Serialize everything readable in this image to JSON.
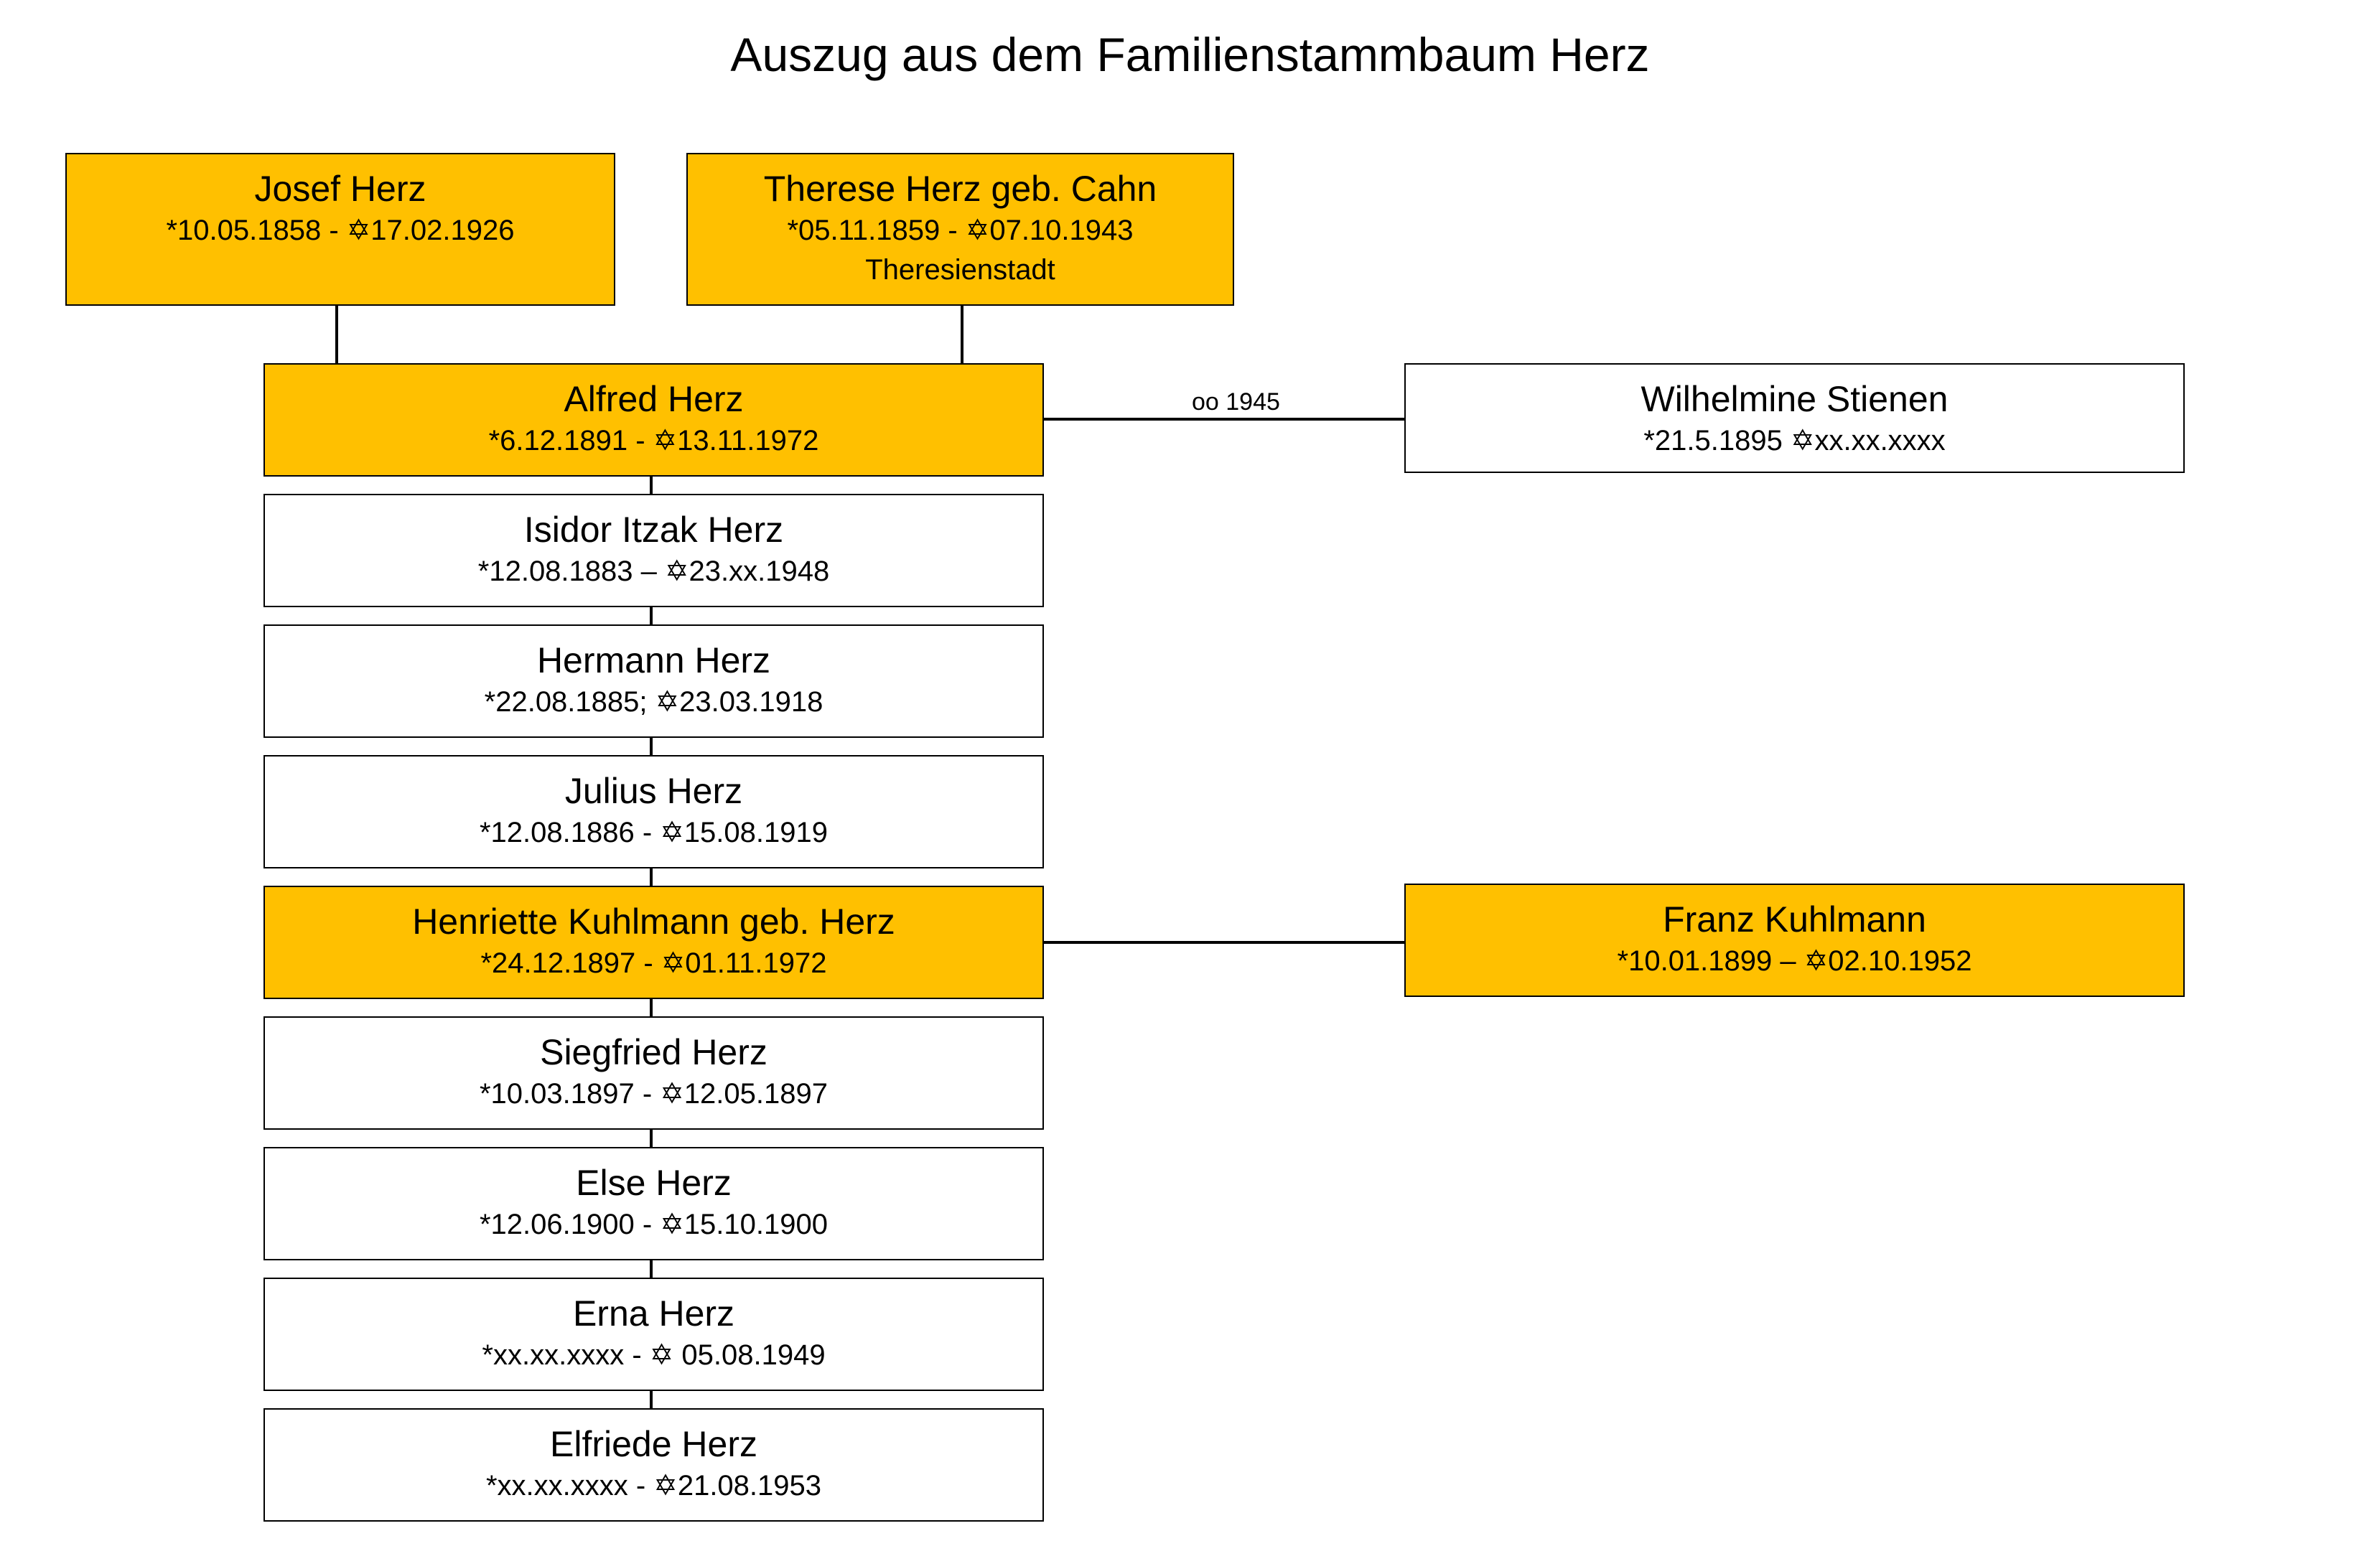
{
  "title": "Auszug aus dem Familienstammbaum Herz",
  "colors": {
    "highlight": "#ffc000",
    "plain": "#ffffff",
    "border": "#000000"
  },
  "parents": [
    {
      "name": "Josef Herz",
      "dates": "*10.05.1858 - ✡17.02.1926",
      "place": ""
    },
    {
      "name": "Therese Herz geb. Cahn",
      "dates": "*05.11.1859 - ✡07.10.1943",
      "place": "Theresienstadt"
    }
  ],
  "children": [
    {
      "name": "Alfred Herz",
      "dates": "*6.12.1891 - ✡13.11.1972"
    },
    {
      "name": "Isidor Itzak Herz",
      "dates": "*12.08.1883 – ✡23.xx.1948"
    },
    {
      "name": "Hermann Herz",
      "dates": "*22.08.1885; ✡23.03.1918"
    },
    {
      "name": "Julius Herz",
      "dates": "*12.08.1886 - ✡15.08.1919"
    },
    {
      "name": "Henriette Kuhlmann geb. Herz",
      "dates": "*24.12.1897 - ✡01.11.1972"
    },
    {
      "name": "Siegfried Herz",
      "dates": "*10.03.1897 - ✡12.05.1897"
    },
    {
      "name": "Else Herz",
      "dates": "*12.06.1900 - ✡15.10.1900"
    },
    {
      "name": "Erna Herz",
      "dates": "*xx.xx.xxxx - ✡ 05.08.1949"
    },
    {
      "name": "Elfriede Herz",
      "dates": "*xx.xx.xxxx - ✡21.08.1953"
    }
  ],
  "spouses": [
    {
      "name": "Wilhelmine Stienen",
      "dates": "*21.5.1895 ✡xx.xx.xxxx",
      "marriage_label": "oo 1945"
    },
    {
      "name": "Franz Kuhlmann",
      "dates": "*10.01.1899 – ✡02.10.1952"
    }
  ]
}
